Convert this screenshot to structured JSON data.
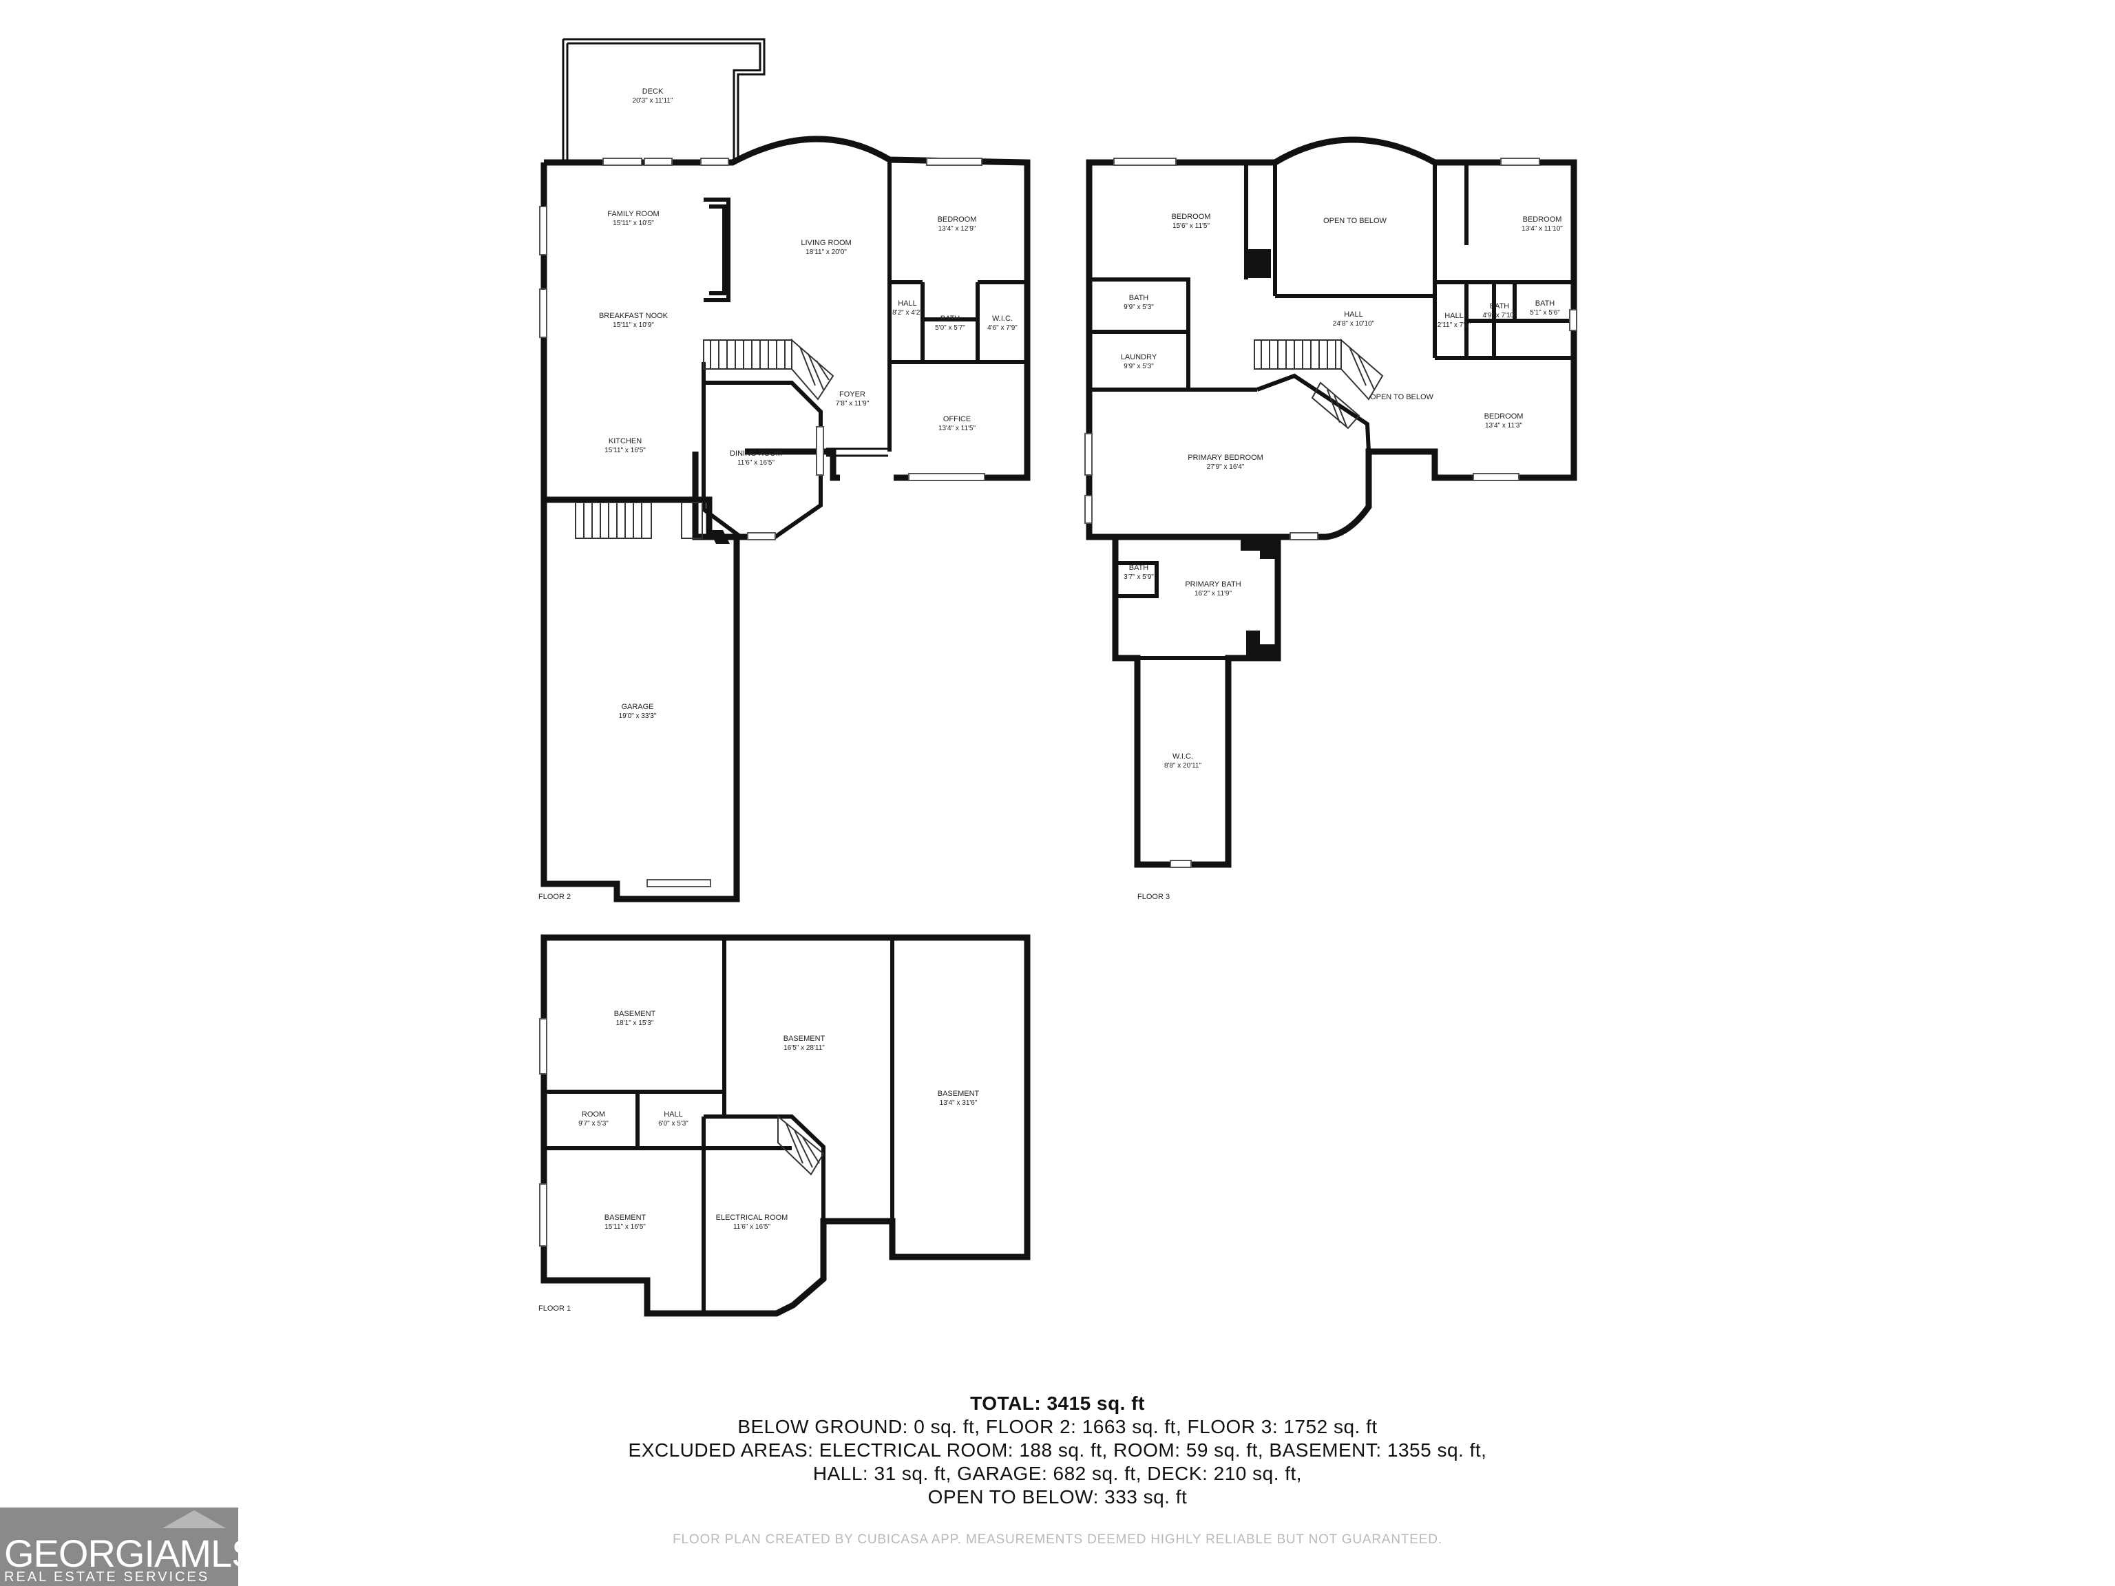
{
  "floors": [
    {
      "key": "floor2",
      "label": "FLOOR 2",
      "rooms": [
        {
          "name": "DECK",
          "dim": "20'3\" x 11'11\""
        },
        {
          "name": "FAMILY ROOM",
          "dim": "15'11\" x 10'5\""
        },
        {
          "name": "LIVING ROOM",
          "dim": "18'11\" x 20'0\""
        },
        {
          "name": "BEDROOM",
          "dim": "13'4\" x 12'9\""
        },
        {
          "name": "BREAKFAST NOOK",
          "dim": "15'11\" x 10'9\""
        },
        {
          "name": "HALL",
          "dim": "8'2\" x 4'2\""
        },
        {
          "name": "BATH",
          "dim": "5'0\" x 5'7\""
        },
        {
          "name": "W.I.C.",
          "dim": "4'6\" x 7'9\""
        },
        {
          "name": "FOYER",
          "dim": "7'8\" x 11'9\""
        },
        {
          "name": "OFFICE",
          "dim": "13'4\" x 11'5\""
        },
        {
          "name": "DINING ROOM",
          "dim": "11'6\" x 16'5\""
        },
        {
          "name": "KITCHEN",
          "dim": "15'11\" x 16'5\""
        },
        {
          "name": "GARAGE",
          "dim": "19'0\" x 33'3\""
        }
      ]
    },
    {
      "key": "floor3",
      "label": "FLOOR 3",
      "rooms": [
        {
          "name": "BEDROOM",
          "dim": "15'6\" x 11'5\""
        },
        {
          "name": "OPEN TO BELOW",
          "dim": ""
        },
        {
          "name": "BEDROOM",
          "dim": "13'4\" x 11'10\""
        },
        {
          "name": "BATH",
          "dim": "9'9\" x 5'3\""
        },
        {
          "name": "HALL",
          "dim": "24'8\" x 10'10\""
        },
        {
          "name": "HALL",
          "dim": "2'11\" x 7'1\""
        },
        {
          "name": "BATH",
          "dim": "4'9\" x 7'10\""
        },
        {
          "name": "BATH",
          "dim": "5'1\" x 5'6\""
        },
        {
          "name": "LAUNDRY",
          "dim": "9'9\" x 5'3\""
        },
        {
          "name": "OPEN TO BELOW",
          "dim": ""
        },
        {
          "name": "BEDROOM",
          "dim": "13'4\" x 11'3\""
        },
        {
          "name": "PRIMARY BEDROOM",
          "dim": "27'9\" x 16'4\""
        },
        {
          "name": "BATH",
          "dim": "3'7\" x 5'9\""
        },
        {
          "name": "PRIMARY BATH",
          "dim": "16'2\" x 11'9\""
        },
        {
          "name": "W.I.C.",
          "dim": "8'8\" x 20'11\""
        }
      ]
    },
    {
      "key": "floor1",
      "label": "FLOOR 1",
      "rooms": [
        {
          "name": "BASEMENT",
          "dim": "18'1\" x 15'3\""
        },
        {
          "name": "BASEMENT",
          "dim": "16'5\" x 28'11\""
        },
        {
          "name": "BASEMENT",
          "dim": "13'4\" x 31'6\""
        },
        {
          "name": "ROOM",
          "dim": "9'7\" x 5'3\""
        },
        {
          "name": "HALL",
          "dim": "6'0\" x 5'3\""
        },
        {
          "name": "BASEMENT",
          "dim": "15'11\" x 16'5\""
        },
        {
          "name": "ELECTRICAL ROOM",
          "dim": "11'6\" x 16'5\""
        }
      ]
    }
  ],
  "totals": {
    "title": "TOTAL: 3415 sq. ft",
    "lines": [
      "BELOW GROUND: 0 sq. ft, FLOOR 2: 1663 sq. ft, FLOOR 3: 1752 sq. ft",
      "EXCLUDED AREAS: ELECTRICAL ROOM: 188 sq. ft, ROOM: 59 sq. ft, BASEMENT: 1355 sq. ft,",
      "HALL: 31 sq. ft, GARAGE: 682 sq. ft, DECK: 210 sq. ft,",
      "OPEN TO BELOW: 333 sq. ft"
    ]
  },
  "disclaimer": "FLOOR PLAN CREATED BY CUBICASA APP. MEASUREMENTS DEEMED HIGHLY RELIABLE BUT NOT GUARANTEED.",
  "logo": {
    "name": "GEORGIAMLS",
    "sub": "REAL ESTATE SERVICES"
  }
}
